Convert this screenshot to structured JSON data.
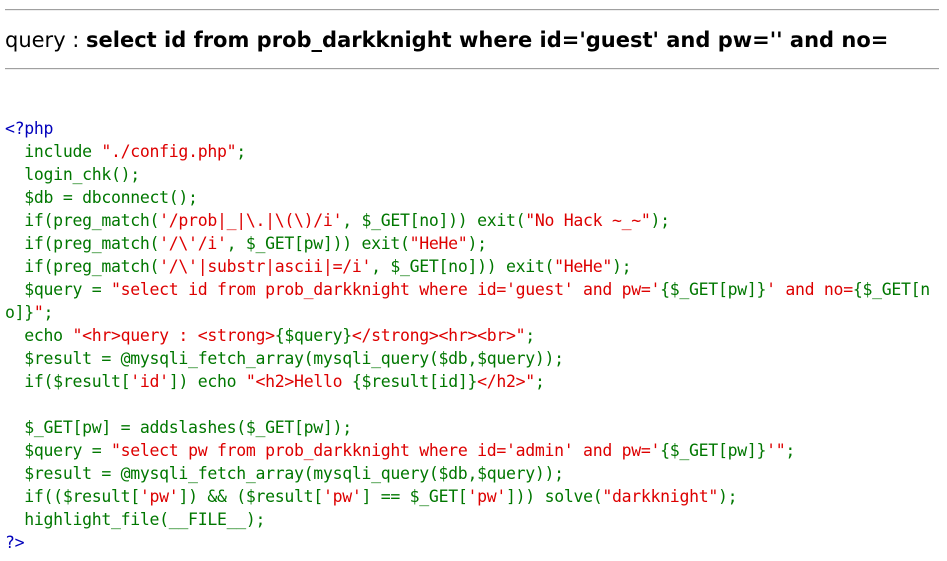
{
  "query_label": "query : ",
  "query_value": "select id from prob_darkknight where id='guest' and pw='' and no=",
  "source": {
    "lines": [
      [
        {
          "t": "html",
          "s": "<?php"
        }
      ],
      [
        {
          "t": "def",
          "s": "  include "
        },
        {
          "t": "str",
          "s": "\"./config.php\""
        },
        {
          "t": "def",
          "s": ";"
        }
      ],
      [
        {
          "t": "def",
          "s": "  login_chk();"
        }
      ],
      [
        {
          "t": "def",
          "s": "  $db = dbconnect();"
        }
      ],
      [
        {
          "t": "def",
          "s": "  if(preg_match("
        },
        {
          "t": "str",
          "s": "'/prob|_|\\.|\\(\\)/i'"
        },
        {
          "t": "def",
          "s": ", $_GET[no])) exit("
        },
        {
          "t": "str",
          "s": "\"No Hack ~_~\""
        },
        {
          "t": "def",
          "s": ");"
        }
      ],
      [
        {
          "t": "def",
          "s": "  if(preg_match("
        },
        {
          "t": "str",
          "s": "'/\\'/i'"
        },
        {
          "t": "def",
          "s": ", $_GET[pw])) exit("
        },
        {
          "t": "str",
          "s": "\"HeHe\""
        },
        {
          "t": "def",
          "s": ");"
        }
      ],
      [
        {
          "t": "def",
          "s": "  if(preg_match("
        },
        {
          "t": "str",
          "s": "'/\\'|substr|ascii|=/i'"
        },
        {
          "t": "def",
          "s": ", $_GET[no])) exit("
        },
        {
          "t": "str",
          "s": "\"HeHe\""
        },
        {
          "t": "def",
          "s": ");"
        }
      ],
      [
        {
          "t": "def",
          "s": "  $query = "
        },
        {
          "t": "str",
          "s": "\"select id from prob_darkknight where id='guest' and pw='"
        },
        {
          "t": "def",
          "s": "{$_GET[pw]}"
        },
        {
          "t": "str",
          "s": "' and no="
        },
        {
          "t": "def",
          "s": "{$_GET[no]}"
        },
        {
          "t": "str",
          "s": "\""
        },
        {
          "t": "def",
          "s": ";"
        }
      ],
      [
        {
          "t": "def",
          "s": "  echo "
        },
        {
          "t": "str",
          "s": "\"<hr>query : <strong>"
        },
        {
          "t": "def",
          "s": "{$query}"
        },
        {
          "t": "str",
          "s": "</strong><hr><br>\""
        },
        {
          "t": "def",
          "s": ";"
        }
      ],
      [
        {
          "t": "def",
          "s": "  $result = @mysqli_fetch_array(mysqli_query($db,$query));"
        }
      ],
      [
        {
          "t": "def",
          "s": "  if($result["
        },
        {
          "t": "str",
          "s": "'id'"
        },
        {
          "t": "def",
          "s": "]) echo "
        },
        {
          "t": "str",
          "s": "\"<h2>Hello "
        },
        {
          "t": "def",
          "s": "{$result[id]}"
        },
        {
          "t": "str",
          "s": "</h2>\""
        },
        {
          "t": "def",
          "s": ";"
        }
      ],
      [],
      [
        {
          "t": "def",
          "s": "  $_GET[pw] = addslashes($_GET[pw]);"
        }
      ],
      [
        {
          "t": "def",
          "s": "  $query = "
        },
        {
          "t": "str",
          "s": "\"select pw from prob_darkknight where id='admin' and pw='"
        },
        {
          "t": "def",
          "s": "{$_GET[pw]}"
        },
        {
          "t": "str",
          "s": "'\""
        },
        {
          "t": "def",
          "s": ";"
        }
      ],
      [
        {
          "t": "def",
          "s": "  $result = @mysqli_fetch_array(mysqli_query($db,$query));"
        }
      ],
      [
        {
          "t": "def",
          "s": "  if(($result["
        },
        {
          "t": "str",
          "s": "'pw'"
        },
        {
          "t": "def",
          "s": "]) && ($result["
        },
        {
          "t": "str",
          "s": "'pw'"
        },
        {
          "t": "def",
          "s": "] == $_GET["
        },
        {
          "t": "str",
          "s": "'pw'"
        },
        {
          "t": "def",
          "s": "])) solve("
        },
        {
          "t": "str",
          "s": "\"darkknight\""
        },
        {
          "t": "def",
          "s": ");"
        }
      ],
      [
        {
          "t": "def",
          "s": "  highlight_file(__FILE__);"
        }
      ],
      [
        {
          "t": "html",
          "s": "?>"
        }
      ]
    ]
  },
  "colors": {
    "html": "#0000bb",
    "default": "#007700",
    "string": "#dd0000"
  }
}
